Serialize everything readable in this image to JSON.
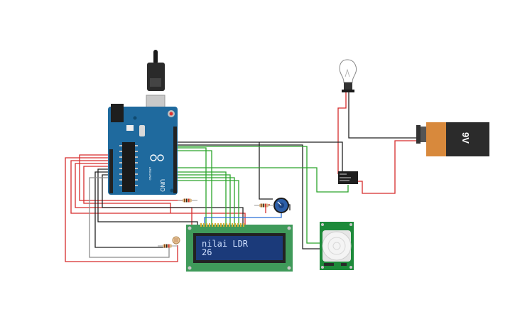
{
  "lcd": {
    "line1": "nilai LDR",
    "line2": "26"
  },
  "battery": {
    "label": "9V"
  },
  "arduino": {
    "model": "UNO",
    "brand": "ARDUINO"
  },
  "colors": {
    "wire_red": "#d62b2b",
    "wire_black": "#222222",
    "wire_green": "#2aa52a",
    "wire_gray": "#8c8c8c",
    "wire_blue": "#2a6fd6",
    "arduino_board": "#1f6a9e",
    "lcd_pcb": "#3f9a5a",
    "lcd_screen": "#1b3a7a",
    "battery_body": "#2b2b2b",
    "battery_cap": "#d8893c",
    "pir_board": "#1d8a3a"
  },
  "icons": [
    "usb-plug-icon",
    "light-bulb-icon",
    "potentiometer-icon",
    "ldr-icon",
    "relay-icon",
    "pir-sensor-icon",
    "battery-icon"
  ]
}
